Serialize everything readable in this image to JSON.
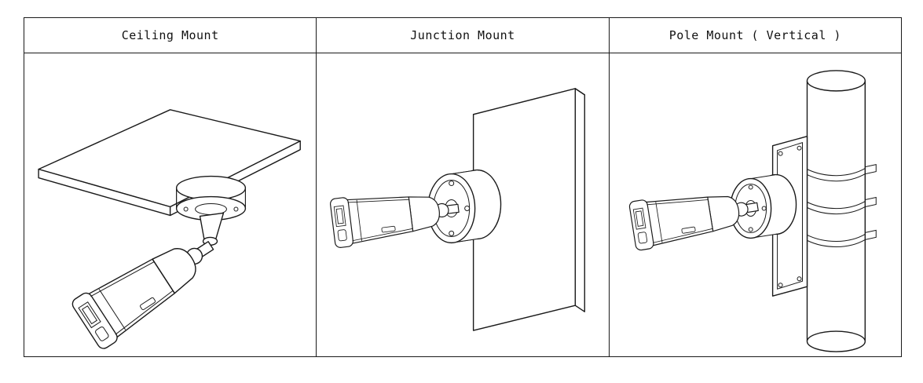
{
  "table": {
    "columns": [
      {
        "label": "Ceiling Mount",
        "illustration": "ceiling-mount"
      },
      {
        "label": "Junction Mount",
        "illustration": "junction-mount"
      },
      {
        "label": "Pole Mount ( Vertical )",
        "illustration": "pole-mount-vertical"
      }
    ]
  },
  "style": {
    "line_color": "#1a1a1a",
    "border_color": "#1a1a1a",
    "background": "#ffffff"
  }
}
